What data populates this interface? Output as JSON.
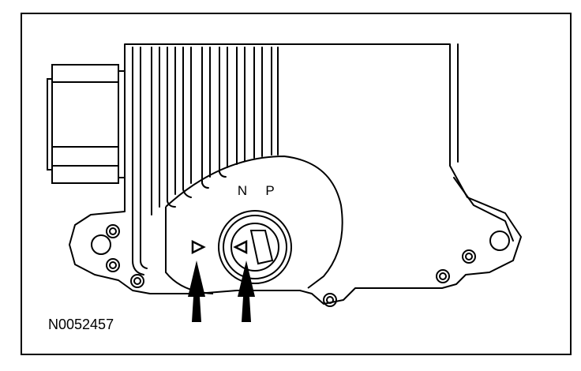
{
  "figure": {
    "id_label": "N0052457",
    "selector_labels": {
      "neutral": "N",
      "park": "P"
    }
  }
}
